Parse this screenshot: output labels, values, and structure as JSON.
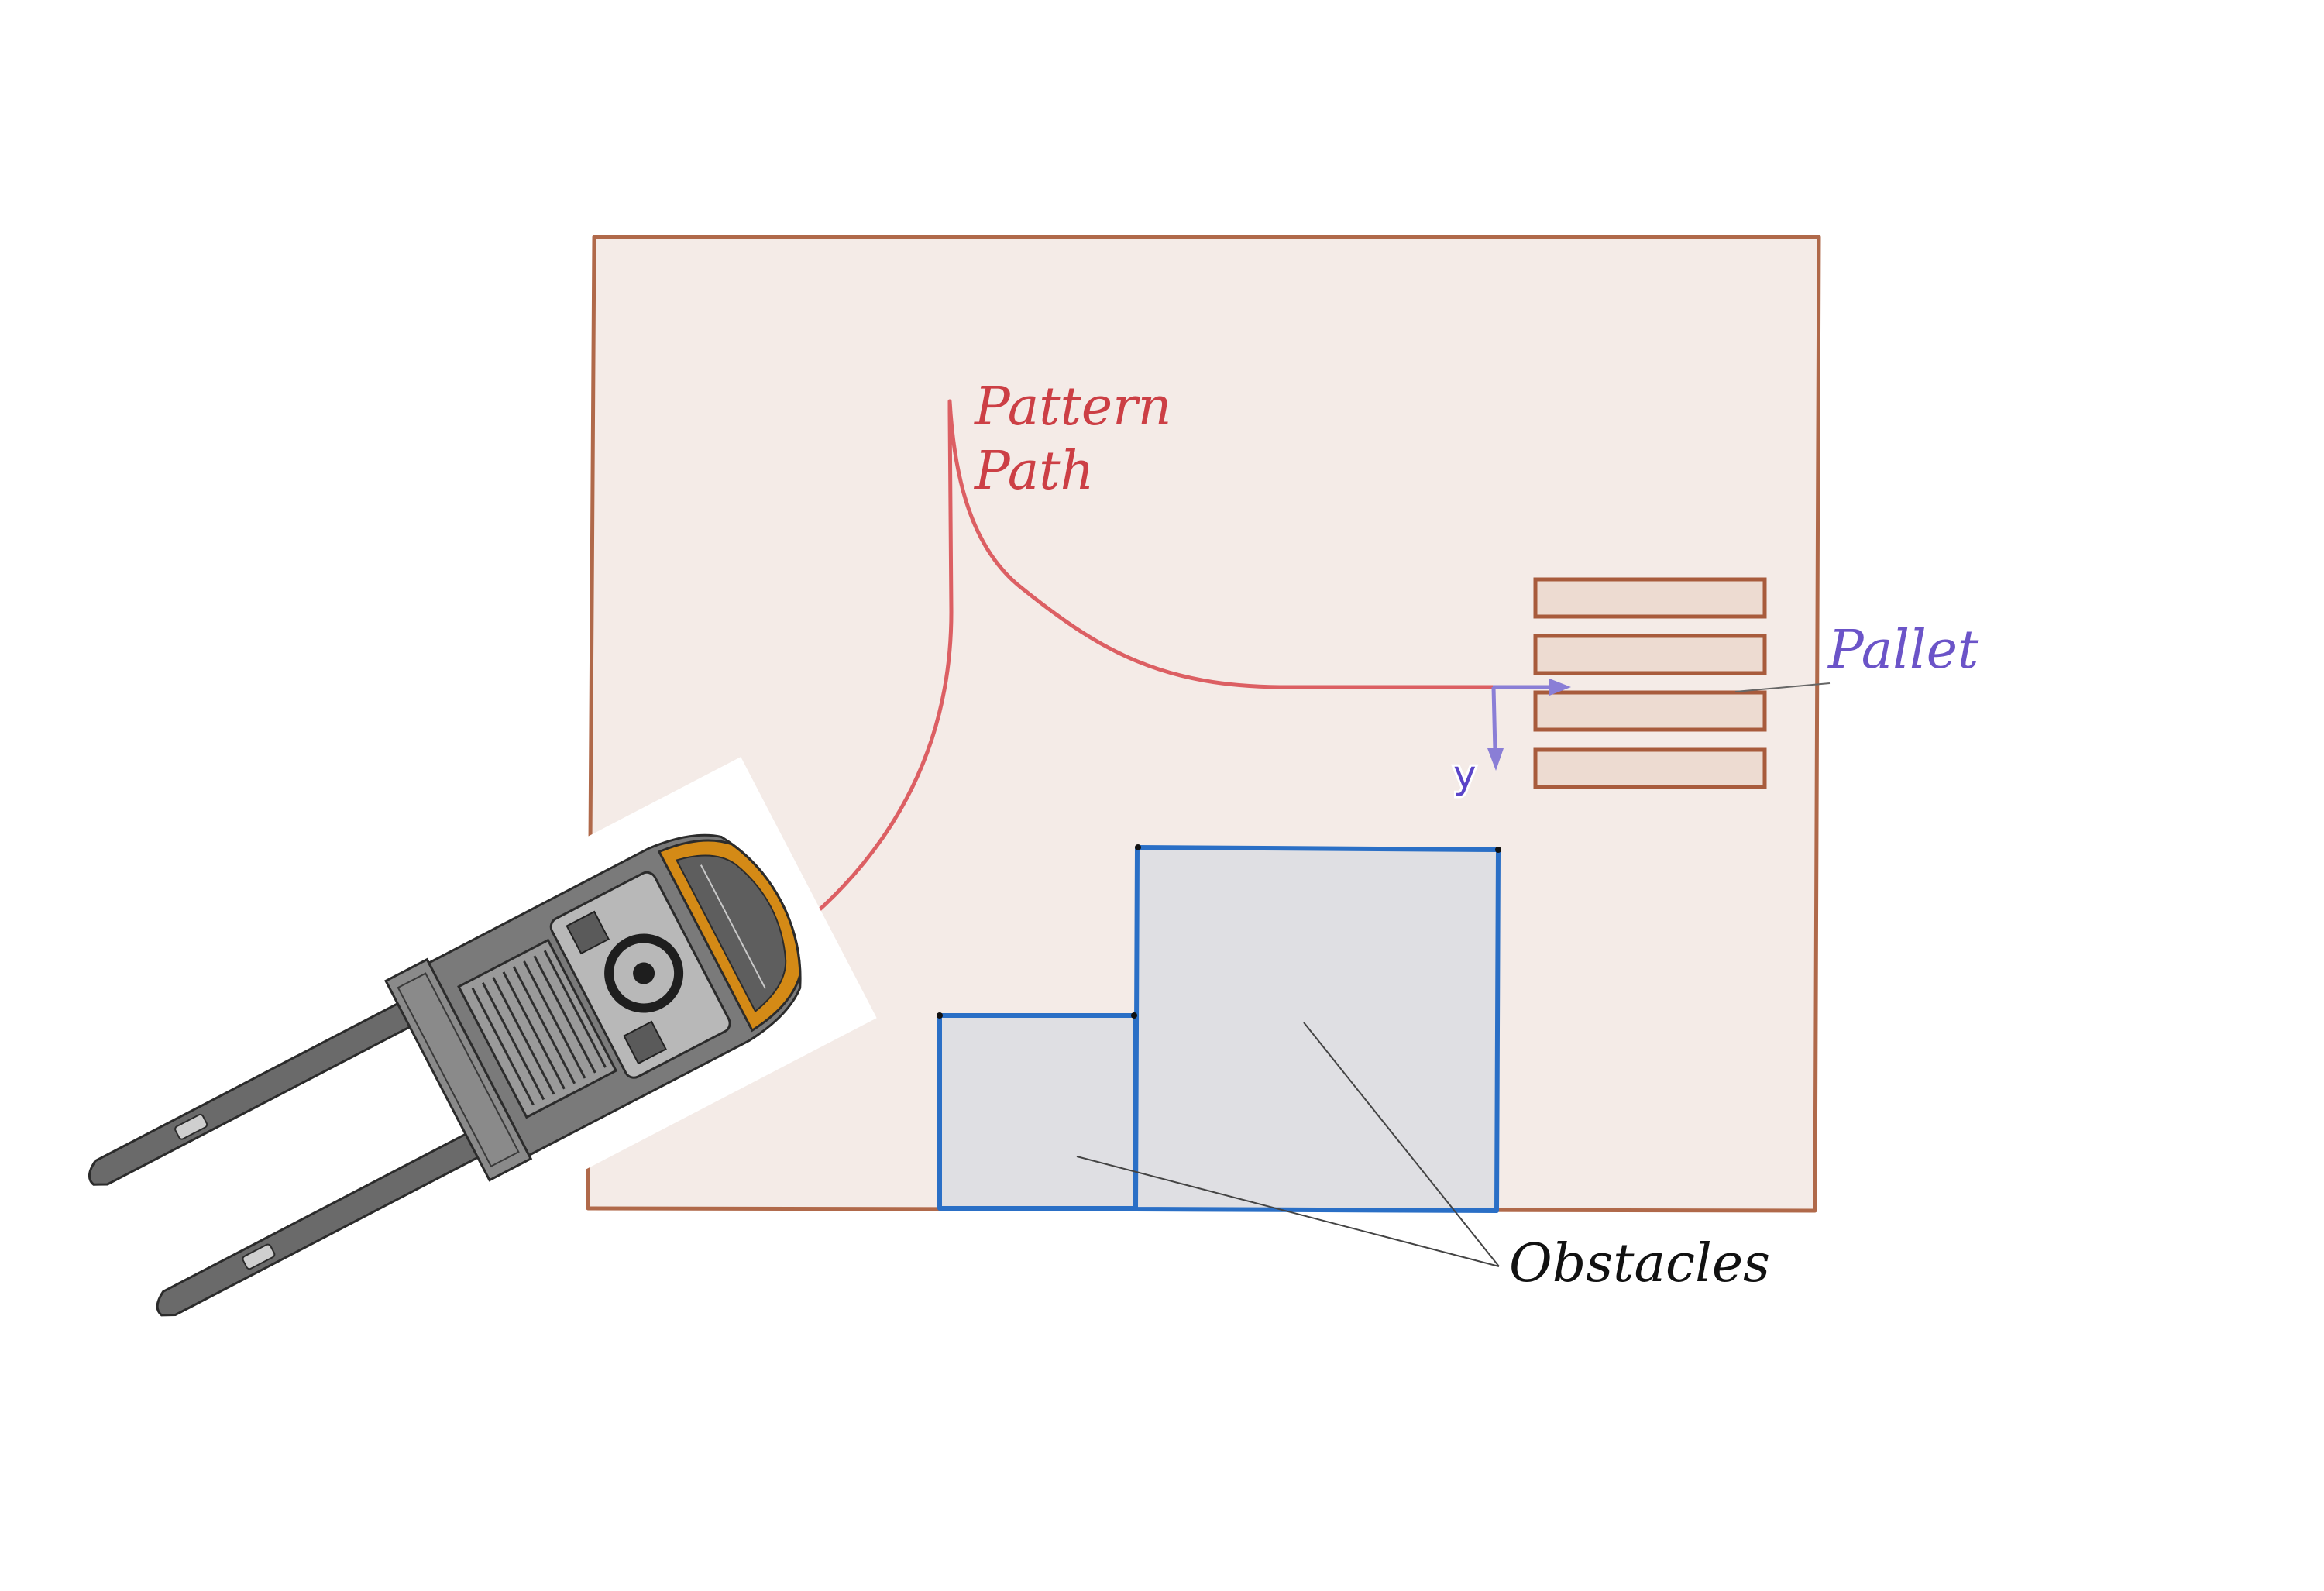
{
  "labels": {
    "pattern_path": [
      "Pattern",
      "Path"
    ],
    "pallet": "Pallet",
    "axis_y": "y",
    "obstacles": "Obstacles"
  },
  "colors": {
    "workspace_fill": "#f4ebe7",
    "workspace_border": "#b0694a",
    "path": "#dc5f63",
    "path_label": "#cc3f45",
    "pallet_fill": "#eddbd1",
    "pallet_border": "#a85b3c",
    "axis": "#8a7ed6",
    "pallet_label": "#6b54c8",
    "obstacle_fill": "#dfdfe3",
    "obstacle_border": "#2a6fc6",
    "leader_line": "#444444",
    "forklift_body": "#6a6a6a",
    "forklift_accent": "#d48a16"
  },
  "icons": {
    "forklift": "forklift-top-view-icon"
  }
}
